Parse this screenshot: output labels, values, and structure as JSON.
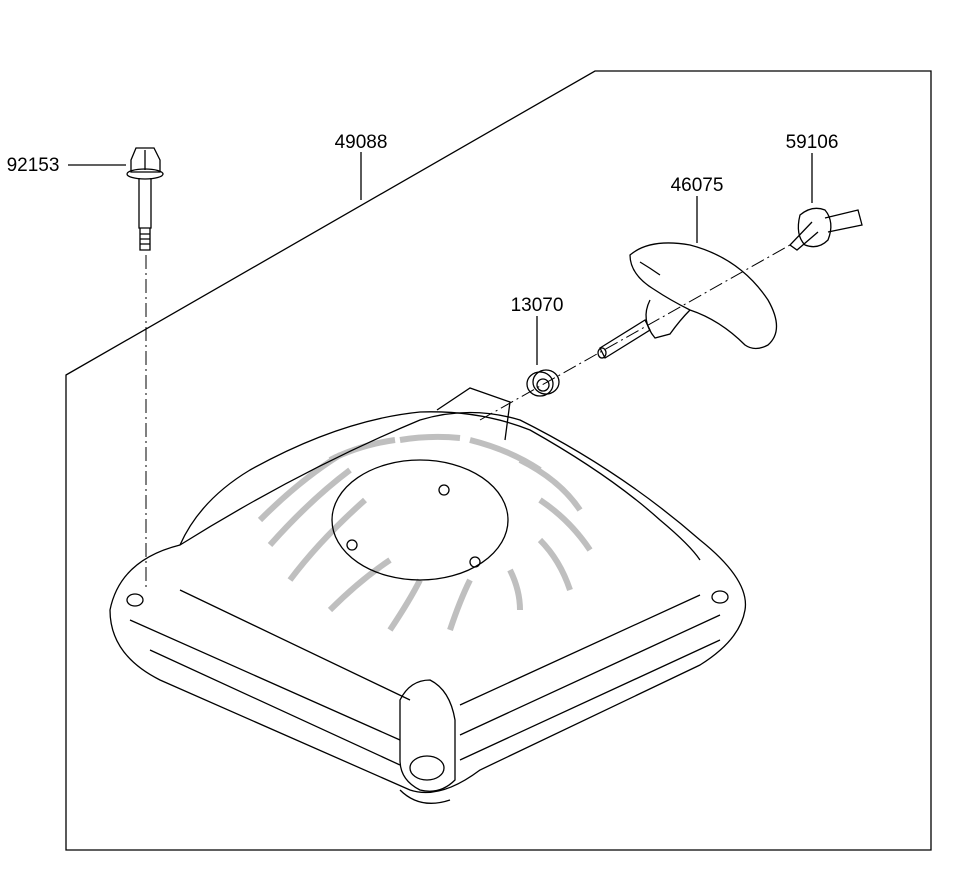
{
  "parts": [
    {
      "id": "bolt",
      "number": "92153"
    },
    {
      "id": "recoil-starter-assembly",
      "number": "49088"
    },
    {
      "id": "grommet",
      "number": "13070"
    },
    {
      "id": "handle",
      "number": "46075"
    },
    {
      "id": "rope-stopper",
      "number": "59106"
    }
  ]
}
